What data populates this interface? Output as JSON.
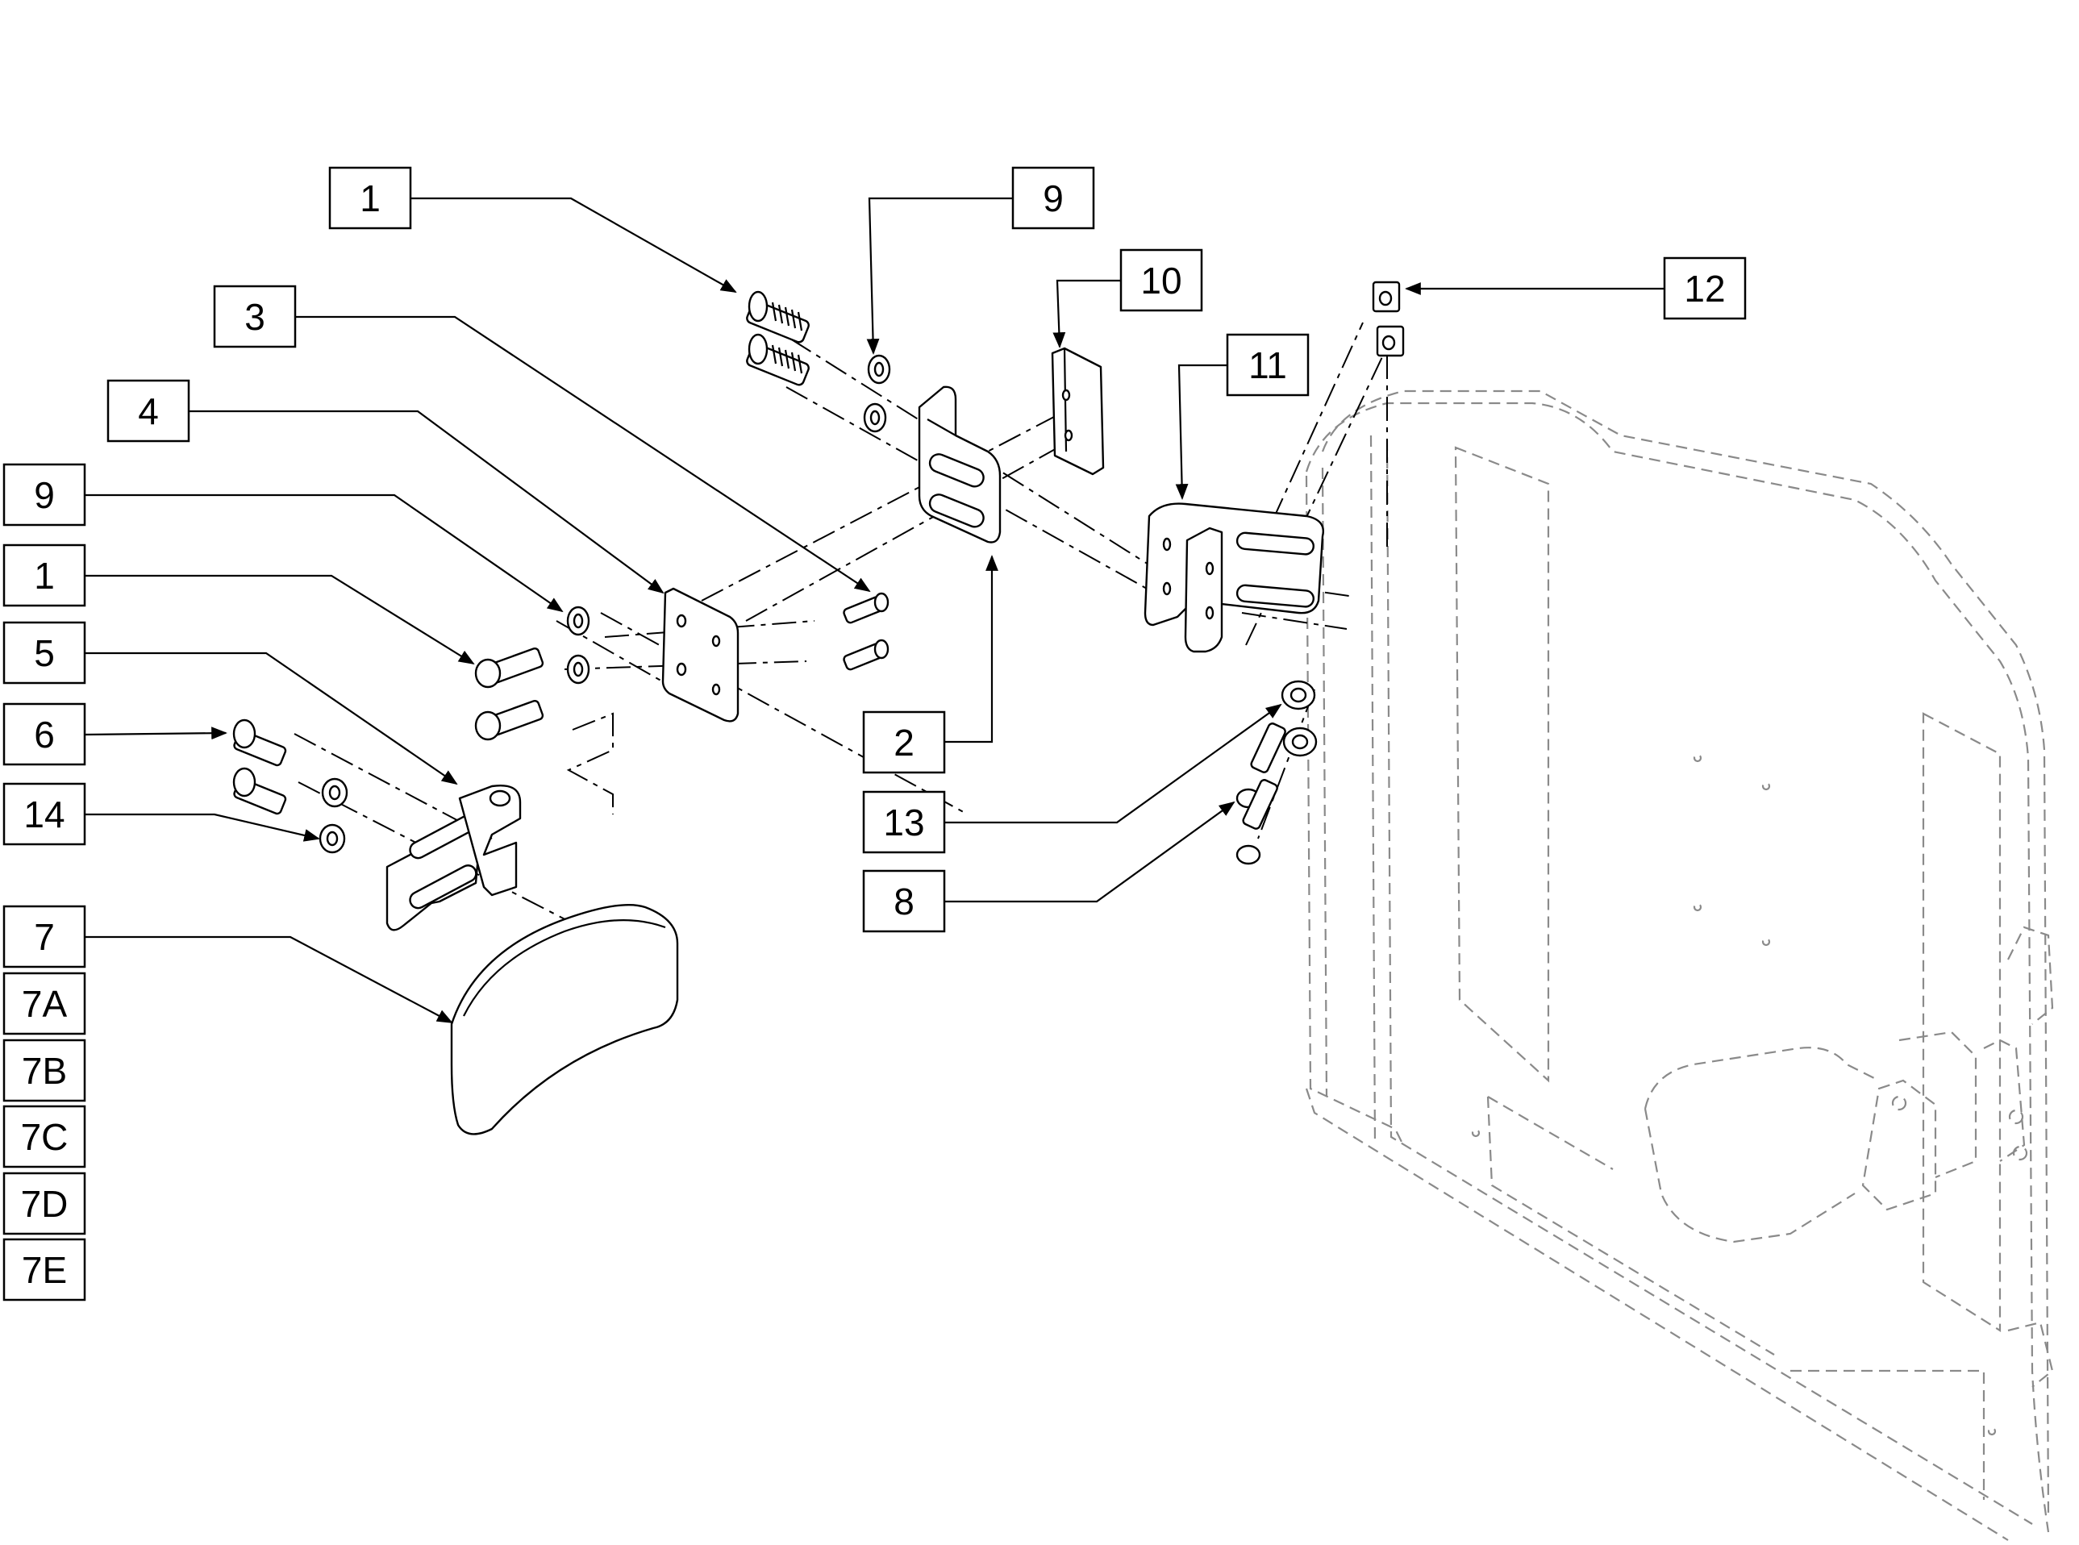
{
  "callouts": [
    {
      "id": "c-1-top",
      "label": "1"
    },
    {
      "id": "c-9-top",
      "label": "9"
    },
    {
      "id": "c-10",
      "label": "10"
    },
    {
      "id": "c-11",
      "label": "11"
    },
    {
      "id": "c-12",
      "label": "12"
    },
    {
      "id": "c-3",
      "label": "3"
    },
    {
      "id": "c-4",
      "label": "4"
    },
    {
      "id": "c-9-left",
      "label": "9"
    },
    {
      "id": "c-1-left",
      "label": "1"
    },
    {
      "id": "c-5",
      "label": "5"
    },
    {
      "id": "c-6",
      "label": "6"
    },
    {
      "id": "c-14",
      "label": "14"
    },
    {
      "id": "c-2",
      "label": "2"
    },
    {
      "id": "c-13",
      "label": "13"
    },
    {
      "id": "c-8",
      "label": "8"
    },
    {
      "id": "c-7",
      "label": "7"
    },
    {
      "id": "c-7a",
      "label": "7A"
    },
    {
      "id": "c-7b",
      "label": "7B"
    },
    {
      "id": "c-7c",
      "label": "7C"
    },
    {
      "id": "c-7d",
      "label": "7D"
    },
    {
      "id": "c-7e",
      "label": "7E"
    }
  ]
}
